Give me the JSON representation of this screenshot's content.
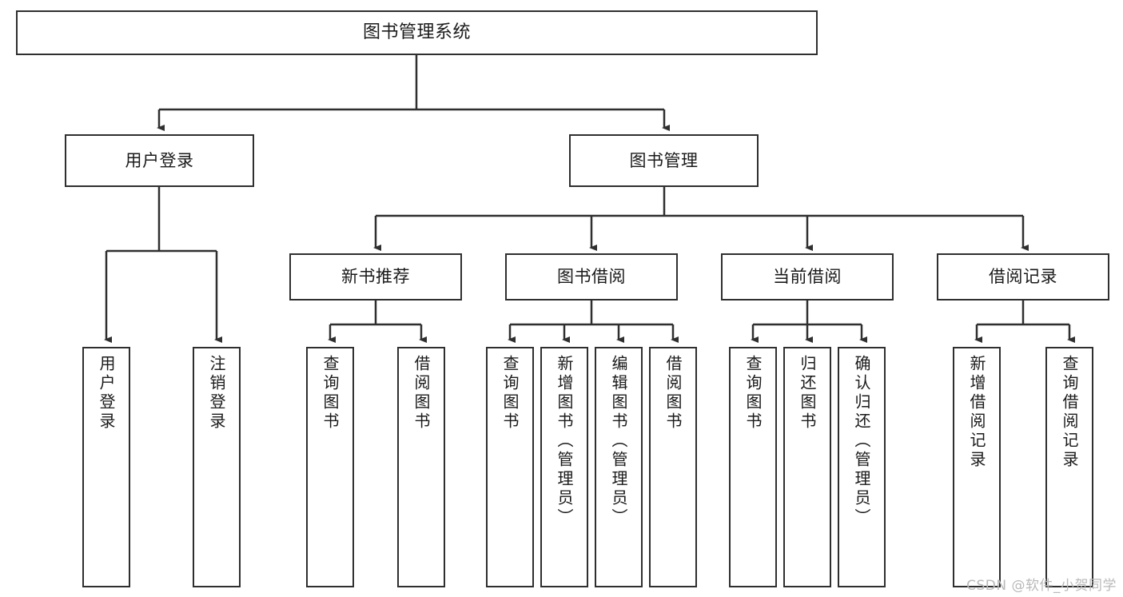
{
  "diagram": {
    "title": "图书管理系统",
    "type": "tree-hierarchy-chart",
    "watermark": "CSDN @软件_小贺同学",
    "stroke_color": "#2f2f2f",
    "fill_color": "#ffffff",
    "text_color": "#1a1a1a",
    "levels": {
      "root": {
        "label": "图书管理系统"
      },
      "level2": [
        {
          "label": "用户登录"
        },
        {
          "label": "图书管理"
        }
      ],
      "level3": [
        {
          "label": "新书推荐"
        },
        {
          "label": "图书借阅"
        },
        {
          "label": "当前借阅"
        },
        {
          "label": "借阅记录"
        }
      ],
      "leaves": {
        "user_login": [
          {
            "label": "用户登录"
          },
          {
            "label": "注销登录"
          }
        ],
        "new_book_recommend": [
          {
            "label": "查询图书"
          },
          {
            "label": "借阅图书"
          }
        ],
        "book_borrow": [
          {
            "label": "查询图书"
          },
          {
            "label": "新增图书（管理员）"
          },
          {
            "label": "编辑图书（管理员）"
          },
          {
            "label": "借阅图书"
          }
        ],
        "current_borrow": [
          {
            "label": "查询图书"
          },
          {
            "label": "归还图书"
          },
          {
            "label": "确认归还（管理员）"
          }
        ],
        "borrow_record": [
          {
            "label": "新增借阅记录"
          },
          {
            "label": "查询借阅记录"
          }
        ]
      }
    }
  }
}
